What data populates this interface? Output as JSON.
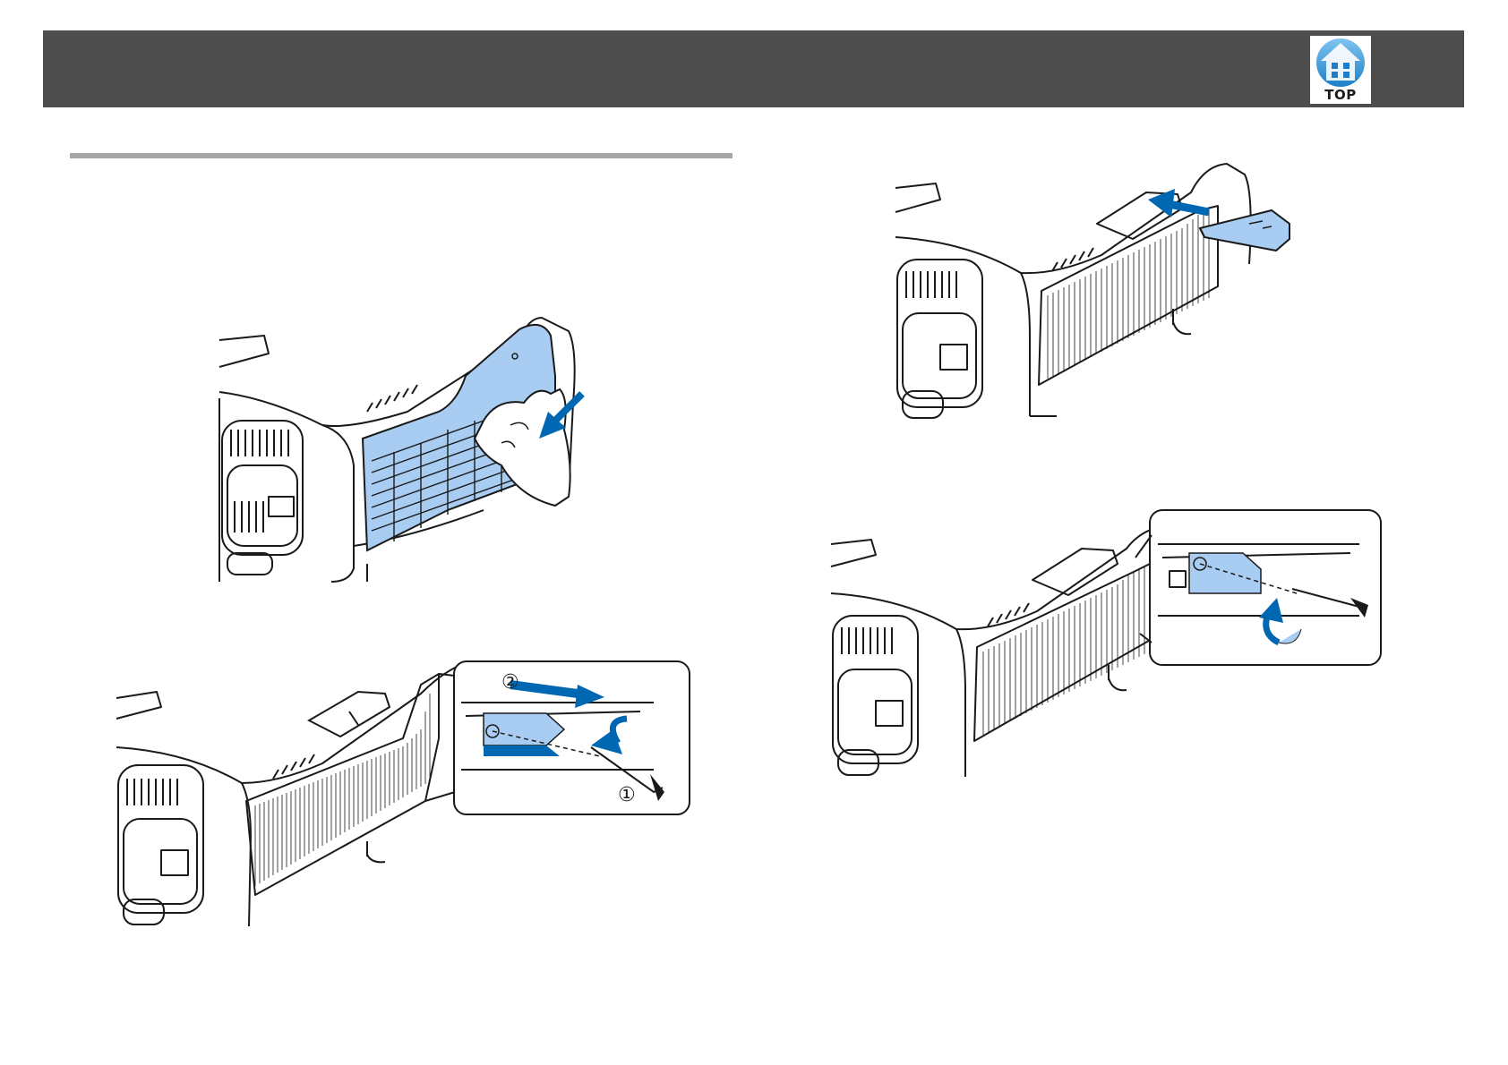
{
  "header": {
    "top_button": {
      "label": "TOP",
      "icon": "house-icon"
    }
  },
  "figures": {
    "fig1": {
      "icon": "projector-air-filter-cover-open"
    },
    "fig2": {
      "icon": "projector-filter-release-callout",
      "callouts": [
        "②",
        "①"
      ]
    },
    "fig3": {
      "icon": "projector-wireless-lan-module-insert"
    },
    "fig4": {
      "icon": "projector-filter-lock-callout"
    }
  },
  "colors": {
    "header": "#4d4d4d",
    "accent_blue": "#0067b2",
    "highlight_blue": "#a9cdf2",
    "rule_gray": "#a6a6a6",
    "line": "#1a1a1a"
  }
}
